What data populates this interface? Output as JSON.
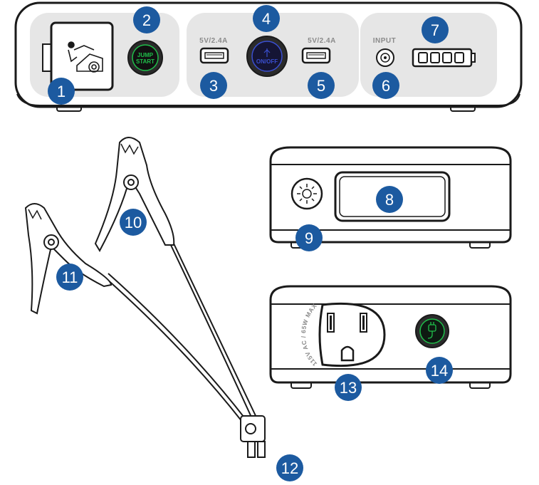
{
  "labels": {
    "usb_left": "5V/2.4A",
    "usb_right": "5V/2.4A",
    "input": "INPUT",
    "jump_start_line1": "JUMP",
    "jump_start_line2": "START",
    "power_line2": "ON/OFF",
    "outlet_rating": "115V AC / 65W MAX"
  },
  "callouts": [
    "1",
    "2",
    "3",
    "4",
    "5",
    "6",
    "7",
    "8",
    "9",
    "10",
    "11",
    "12",
    "13",
    "14"
  ],
  "colors": {
    "callout": "#1c5aa0",
    "outline": "#1a1a1a",
    "panel": "#e6e6e6",
    "jump_green": "#1fbf4a",
    "power_blue": "#3a4fd0",
    "label_gray": "#8a8a8a"
  },
  "icons": {
    "jump_button": "car-jump-icon",
    "flashlight": "sun-light-icon",
    "ac_button": "plug-icon",
    "usb_power": "usb-icon"
  }
}
